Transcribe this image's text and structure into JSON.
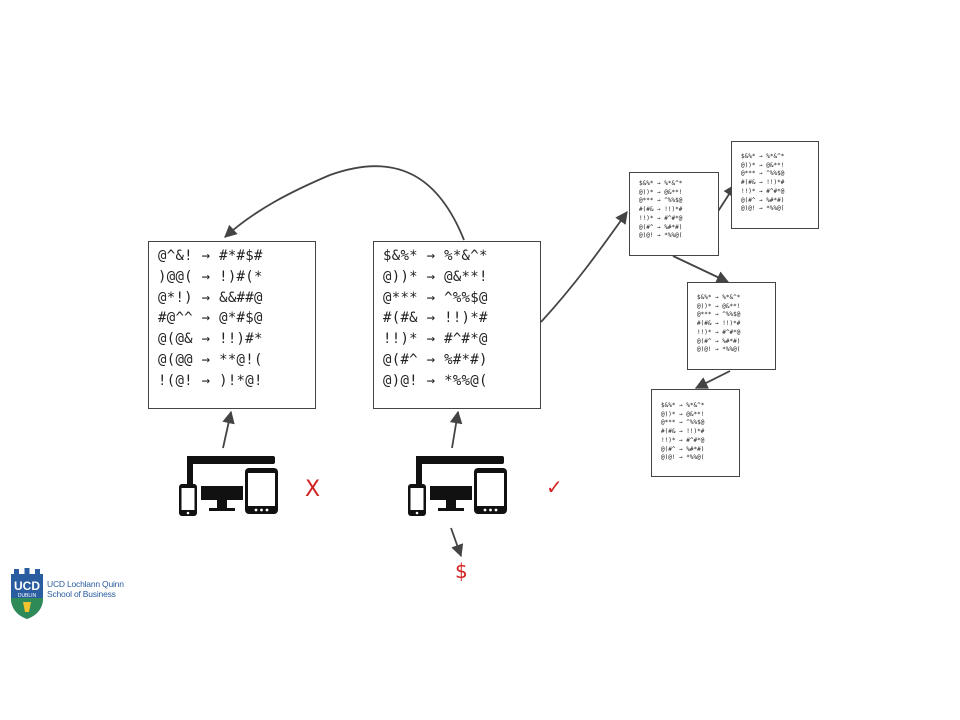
{
  "boxes": {
    "left": {
      "rows": [
        "@^&! → #*#$#",
        ")@@( → !)#(*",
        "@*!) → &&##@",
        "#@^^ → @*#$@",
        "@(@& → !!)#*",
        "@(@@ → **@!(",
        "!(@! → )!*@!"
      ]
    },
    "middle": {
      "rows": [
        "$&%* → %*&^*",
        "@))* → @&**!",
        "@*** → ^%%$@",
        "#(#& → !!)*#",
        "!!)* → #^#*@",
        "@(#^ → %#*#)",
        "@)@! → *%%@("
      ]
    },
    "small": {
      "rows": [
        "$&%* → %*&^*",
        "@))* → @&**!",
        "@*** → ^%%$@",
        "#(#& → !!)*#",
        "!!)* → #^#*@",
        "@(#^ → %#*#)",
        "@)@! → *%%@("
      ]
    }
  },
  "marks": {
    "reject": "X",
    "accept": "✓",
    "payment": "$"
  },
  "logo": {
    "line1": "UCD Lochlann Quinn",
    "line2": "School of Business",
    "crest_letters": "UCD",
    "crest_sub": "DUBLIN"
  },
  "colors": {
    "mark": "#d22323",
    "line": "#444444",
    "logo_blue": "#2a5d9f",
    "logo_green": "#2e8b57",
    "logo_gold": "#f2c230"
  },
  "icons": {
    "device": "devices-icon"
  }
}
